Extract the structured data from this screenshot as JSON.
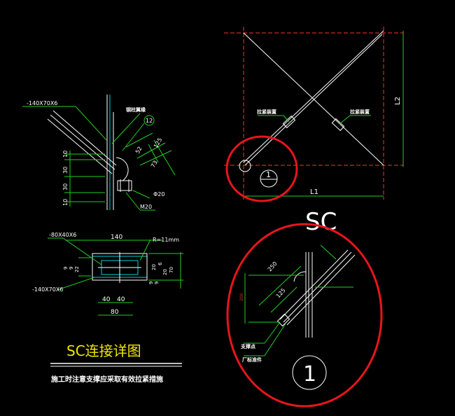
{
  "detail": {
    "plate_label_top": "-140X70X6",
    "column_label": "钢柱翼缘",
    "circle_ref": "12",
    "dim_125": "125",
    "dim_52": "52",
    "dim_73": "73",
    "dim_10a": "10",
    "dim_30a": "30",
    "dim_30b": "30",
    "dim_10b": "10",
    "hole_label": "Φ20",
    "bolt_label": "M20"
  },
  "plate_plan": {
    "plate_label": "-80X40X6",
    "width": "140",
    "radius": "R=11mm",
    "left_9a": "9",
    "left_9b": "9",
    "left_22": "22",
    "right_20a": "20",
    "right_6": "6",
    "right_70": "70",
    "right_20b": "20",
    "right_9a": "9",
    "right_9b": "9",
    "bottom_label": "-140X70X6",
    "dim_40a": "40",
    "dim_40b": "40",
    "dim_80": "80"
  },
  "title": {
    "main": "SC连接详图",
    "note": "施工时注意支撑应采取有效拉紧措施"
  },
  "elevation": {
    "label_left": "拉紧装置",
    "label_right": "拉紧装置",
    "dim_height": "L2",
    "dim_width": "L1",
    "detail_ref": "1"
  },
  "enlarged": {
    "section": "SC",
    "dim_250": "250",
    "dim_125": "125",
    "dim_200": "200",
    "label_brace": "支撑点",
    "label_factory": "厂标准件",
    "detail_ref": "1"
  }
}
